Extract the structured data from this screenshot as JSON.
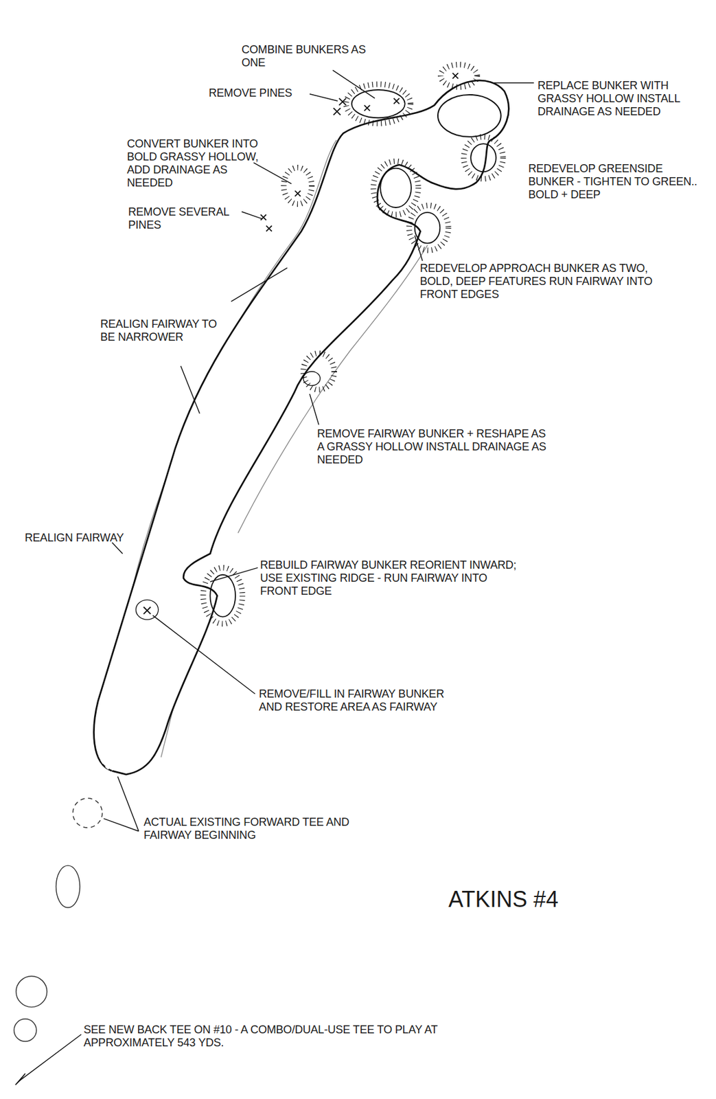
{
  "diagram": {
    "title": "ATKINS #4",
    "labels": [
      "COMBINE BUNKERS AS ONE",
      "REMOVE PINES",
      "REPLACE BUNKER WITH GRASSY HOLLOW INSTALL DRAINAGE AS NEEDED",
      "CONVERT BUNKER INTO BOLD GRASSY HOLLOW, ADD DRAINAGE AS NEEDED",
      "REMOVE SEVERAL PINES",
      "REDEVELOP GREENSIDE BUNKER - TIGHTEN TO GREEN.. BOLD + DEEP",
      "REDEVELOP APPROACH BUNKER AS TWO, BOLD, DEEP FEATURES RUN FAIRWAY INTO FRONT EDGES",
      "REALIGN FAIRWAY TO BE NARROWER",
      "REMOVE FAIRWAY BUNKER + RESHAPE AS A GRASSY HOLLOW INSTALL DRAINAGE AS NEEDED",
      "REALIGN FAIRWAY",
      "REBUILD FAIRWAY BUNKER REORIENT INWARD; USE EXISTING RIDGE - RUN FAIRWAY INTO FRONT EDGE",
      "REMOVE/FILL IN FAIRWAY BUNKER AND RESTORE AREA AS FAIRWAY",
      "ACTUAL EXISTING FORWARD TEE AND FAIRWAY BEGINNING",
      "SEE NEW BACK TEE ON #10 - A COMBO/DUAL-USE TEE TO PLAY AT APPROXIMATELY 543 YDS."
    ]
  }
}
